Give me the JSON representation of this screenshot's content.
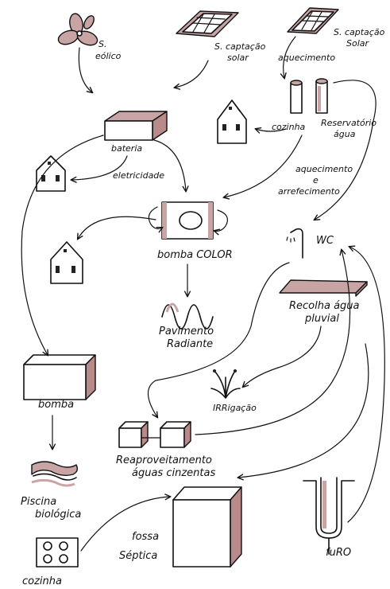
{
  "nodes": {
    "eolico": {
      "label_1": "S.",
      "label_2": "eólico"
    },
    "solar_left": {
      "label_1": "S. captação",
      "label_2": "solar"
    },
    "solar_right": {
      "label_1": "S. captação",
      "label_2": "Solar"
    },
    "aquecimento_top": {
      "label": "aquecimento"
    },
    "bateria": {
      "label": "bateria"
    },
    "cozinha_top": {
      "label": "cozinha"
    },
    "reservatorio": {
      "label_1": "Reservatório",
      "label_2": "água"
    },
    "eletricidade": {
      "label": "eletricidade"
    },
    "aquec_arref": {
      "label_1": "aquecimento",
      "label_2": "e",
      "label_3": "arrefecimento"
    },
    "bomba_color": {
      "label": "bomba COLOR"
    },
    "wc": {
      "label": "WC"
    },
    "pavimento": {
      "label_1": "Pavimento",
      "label_2": "Radiante"
    },
    "recolha": {
      "label_1": "Recolha água",
      "label_2": "pluvial"
    },
    "bomba": {
      "label": "bomba"
    },
    "irrigacao": {
      "label": "IRRigação"
    },
    "reaproveitamento": {
      "label_1": "Reaproveitamento",
      "label_2": "águas cinzentas"
    },
    "piscina": {
      "label_1": "Piscina",
      "label_2": "biológica"
    },
    "fossa": {
      "label_1": "fossa",
      "label_2": "Séptica"
    },
    "cozinha_bottom": {
      "label": "cozinha"
    },
    "furo": {
      "label": "fuRO"
    }
  },
  "colors": {
    "ink": "#111111",
    "shade": "#c9a4a4",
    "shade_dark": "#b98a8a",
    "background": "#ffffff"
  }
}
